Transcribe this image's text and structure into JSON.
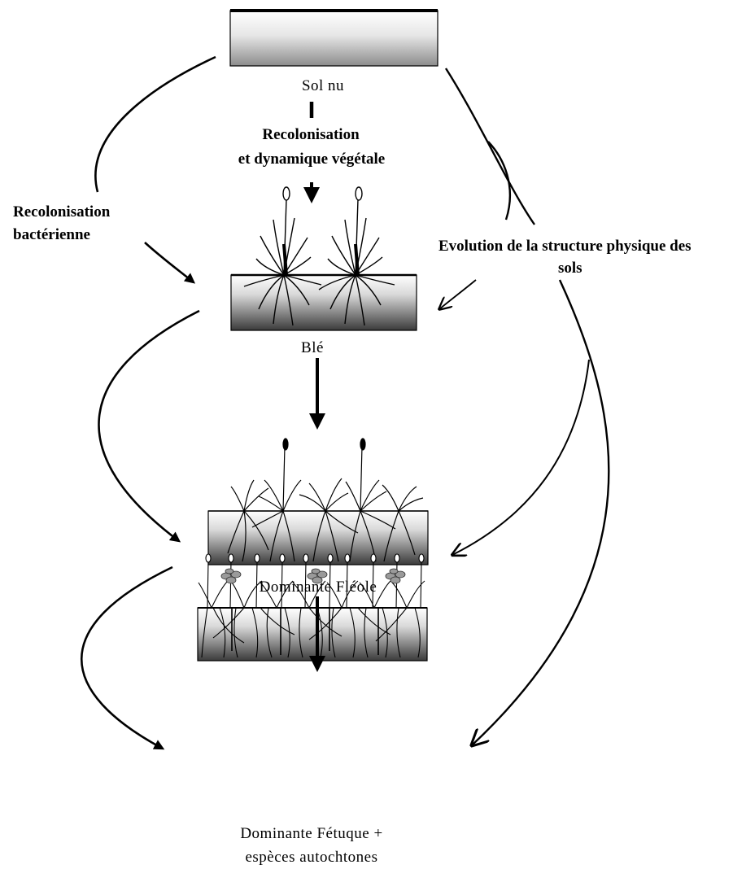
{
  "diagram": {
    "stages": [
      {
        "id": "sol-nu",
        "label": "Sol nu"
      },
      {
        "id": "ble",
        "label": "Blé"
      },
      {
        "id": "fleole",
        "label": "Dominante Fléole"
      },
      {
        "id": "fetuque",
        "label_line1": "Dominante Fétuque +",
        "label_line2": "espèces autochtones"
      }
    ],
    "processes": {
      "recolonisation_vegetale": {
        "line1": "Recolonisation",
        "line2": "et dynamique végétale"
      },
      "recolonisation_bacterienne": {
        "line1": "Recolonisation",
        "line2": "bactérienne"
      },
      "evolution_structure": {
        "line1": "Evolution de la structure physique des",
        "line2": "sols"
      }
    }
  }
}
